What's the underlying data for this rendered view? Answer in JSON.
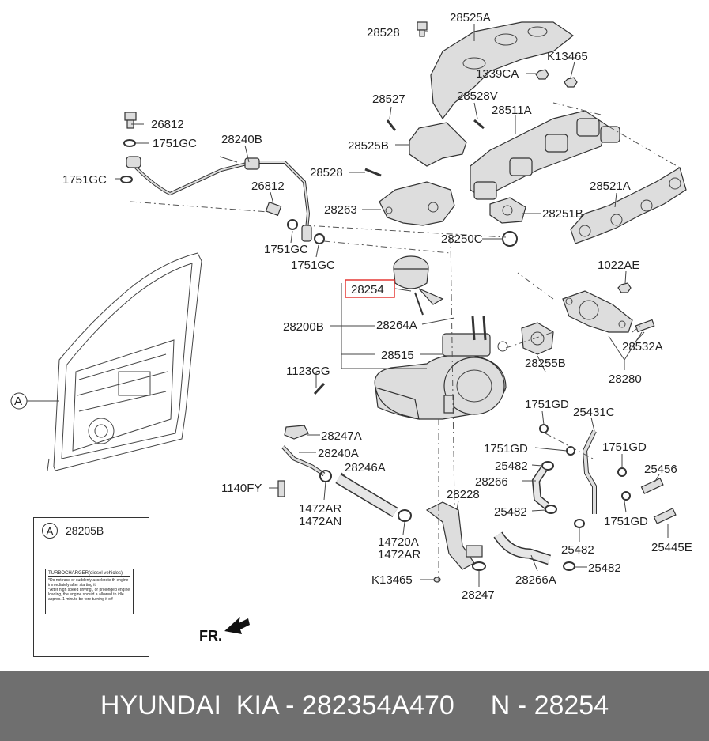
{
  "labels": {
    "l28528a": "28528",
    "l28525a": "28525A",
    "lk13465a": "K13465",
    "l1339ca": "1339CA",
    "l28527": "28527",
    "l28528v": "28528V",
    "l28511a": "28511A",
    "l26812a": "26812",
    "l1751gc_a": "1751GC",
    "l28240b": "28240B",
    "l28525b": "28525B",
    "l28528b": "28528",
    "l1751gc_b": "1751GC",
    "l26812b": "26812",
    "l28263": "28263",
    "l28251b": "28251B",
    "l28521a": "28521A",
    "l1751gc_c": "1751GC",
    "l1751gc_d": "1751GC",
    "l28250c": "28250C",
    "l1022ae": "1022AE",
    "l28254": "28254",
    "l28200b": "28200B",
    "l28264a": "28264A",
    "l28532a": "28532A",
    "l28515": "28515",
    "l28255b": "28255B",
    "l28280": "28280",
    "l1123gg": "1123GG",
    "l1751gd_a": "1751GD",
    "l25431c": "25431C",
    "l28247a": "28247A",
    "l1751gd_b": "1751GD",
    "l1751gd_c": "1751GD",
    "l28240a": "28240A",
    "l28246a": "28246A",
    "l25482a": "25482",
    "l25456": "25456",
    "l1140fy": "1140FY",
    "l28266": "28266",
    "l28228": "28228",
    "l1472ar": "1472AR",
    "l1472an": "1472AN",
    "l25482b": "25482",
    "l1751gd_d": "1751GD",
    "l14720a": "14720A",
    "l1472ar_b": "1472AR",
    "l25482c": "25482",
    "l25445e": "25445E",
    "l25482d": "25482",
    "lk13465b": "K13465",
    "l28247": "28247",
    "l28266a": "28266A",
    "fr": "FR.",
    "callout_a": "A"
  },
  "caution_box": {
    "marker": "A",
    "part_no": "28205B",
    "card_title": "TURBOCHARGER(diesel vehicles)",
    "card_line1": "*Do not race or suddenly accelerate th engine immediately after starting it.",
    "card_line2": "*After high speed driving , or prolonged engine loading, the engine should a allowed to idle approx. 1 minute be fore turning it off"
  },
  "highlight_color": "#e53935",
  "footer": {
    "brand": "HYUNDAI  KIA - 282354A470",
    "ref": "N - 28254"
  }
}
